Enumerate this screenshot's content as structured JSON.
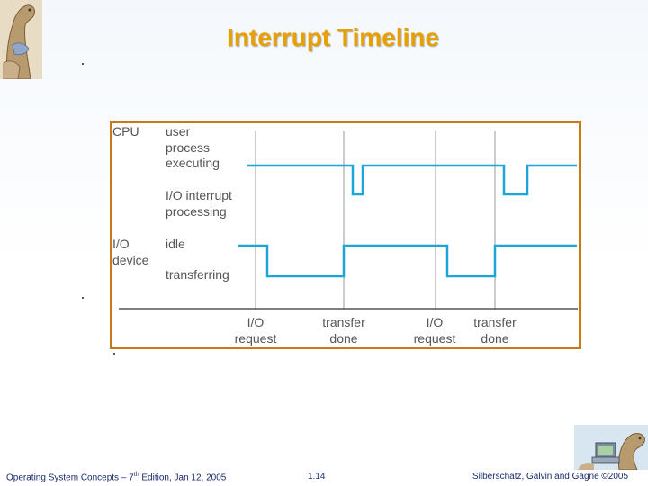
{
  "slide": {
    "title": "Interrupt Timeline"
  },
  "diagram": {
    "row_labels": {
      "cpu": "CPU",
      "io_line1": "I/O",
      "io_line2": "device"
    },
    "state_labels": {
      "user_line1": "user",
      "user_line2": "process",
      "user_line3": "executing",
      "interrupt_line1": "I/O interrupt",
      "interrupt_line2": "processing",
      "idle": "idle",
      "transferring": "transferring"
    },
    "events": [
      {
        "line1": "I/O",
        "line2": "request"
      },
      {
        "line1": "transfer",
        "line2": "done"
      },
      {
        "line1": "I/O",
        "line2": "request"
      },
      {
        "line1": "transfer",
        "line2": "done"
      }
    ],
    "colors": {
      "border": "#c87a18",
      "signal": "#1aa6d8",
      "text": "#555555",
      "axis": "#555555",
      "gridline": "#999999"
    }
  },
  "footer": {
    "left_prefix": "Operating System Concepts – 7",
    "left_sup": "th",
    "left_suffix": " Edition, Jan 12, 2005",
    "center": "1.14",
    "right": "Silberschatz, Galvin and Gagne ©2005"
  }
}
